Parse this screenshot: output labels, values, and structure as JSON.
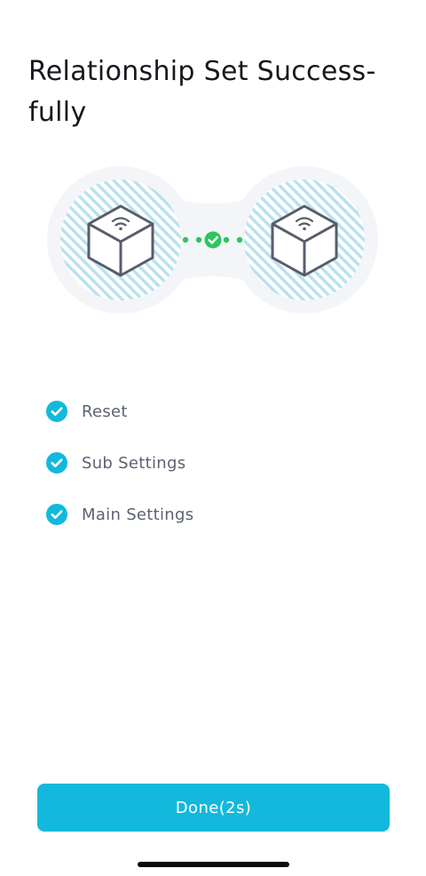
{
  "page": {
    "title": "Relationship Set Success-\nfully"
  },
  "illustration": {
    "left_device_icon": "smart-hub-cube-icon",
    "right_device_icon": "smart-hub-cube-icon",
    "link_status_icon": "check-circle-icon",
    "colors": {
      "background_blob": "#f3f5f8",
      "stripes": "#b9e1ee",
      "cube_stroke": "#575d6b",
      "link_green": "#2ec55e"
    }
  },
  "steps": [
    {
      "label": "Reset",
      "icon": "check-circle-icon",
      "done": true
    },
    {
      "label": "Sub Settings",
      "icon": "check-circle-icon",
      "done": true
    },
    {
      "label": "Main Settings",
      "icon": "check-circle-icon",
      "done": true
    }
  ],
  "actions": {
    "done_label": "Done(2s)"
  },
  "colors": {
    "accent": "#12b9dc",
    "step_check": "#12b9dc",
    "title": "#15181c",
    "step_text": "#5b6270"
  }
}
